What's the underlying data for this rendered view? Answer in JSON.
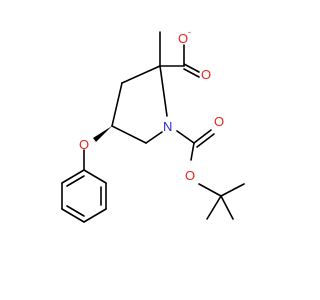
{
  "molecule": {
    "atoms": {
      "o_carboxylate_top": "O",
      "charge": "-",
      "o_carboxylate_right": "O",
      "n_ring": "N",
      "o_boc_carbonyl": "O",
      "o_boc_ester": "O",
      "o_ether": "O"
    },
    "colors": {
      "oxygen": "#e8231c",
      "nitrogen": "#2b2bd9",
      "carbon": "#000000"
    }
  }
}
